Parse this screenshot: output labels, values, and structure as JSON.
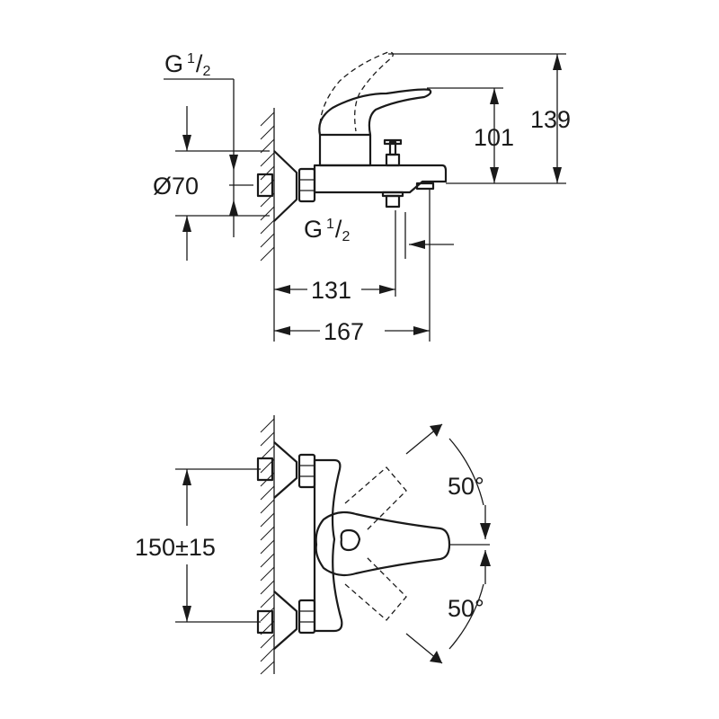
{
  "side_view": {
    "thread_top": {
      "main": "G",
      "sup": "1",
      "sub": "2"
    },
    "thread_bottom": {
      "main": "G",
      "sup": "1",
      "sub": "2"
    },
    "diameter": "Ø70",
    "height_spout": "101",
    "height_total": "139",
    "depth_outlet": "131",
    "depth_total": "167"
  },
  "top_view": {
    "spacing": "150±15",
    "angle_up": "50°",
    "angle_down": "50°"
  }
}
